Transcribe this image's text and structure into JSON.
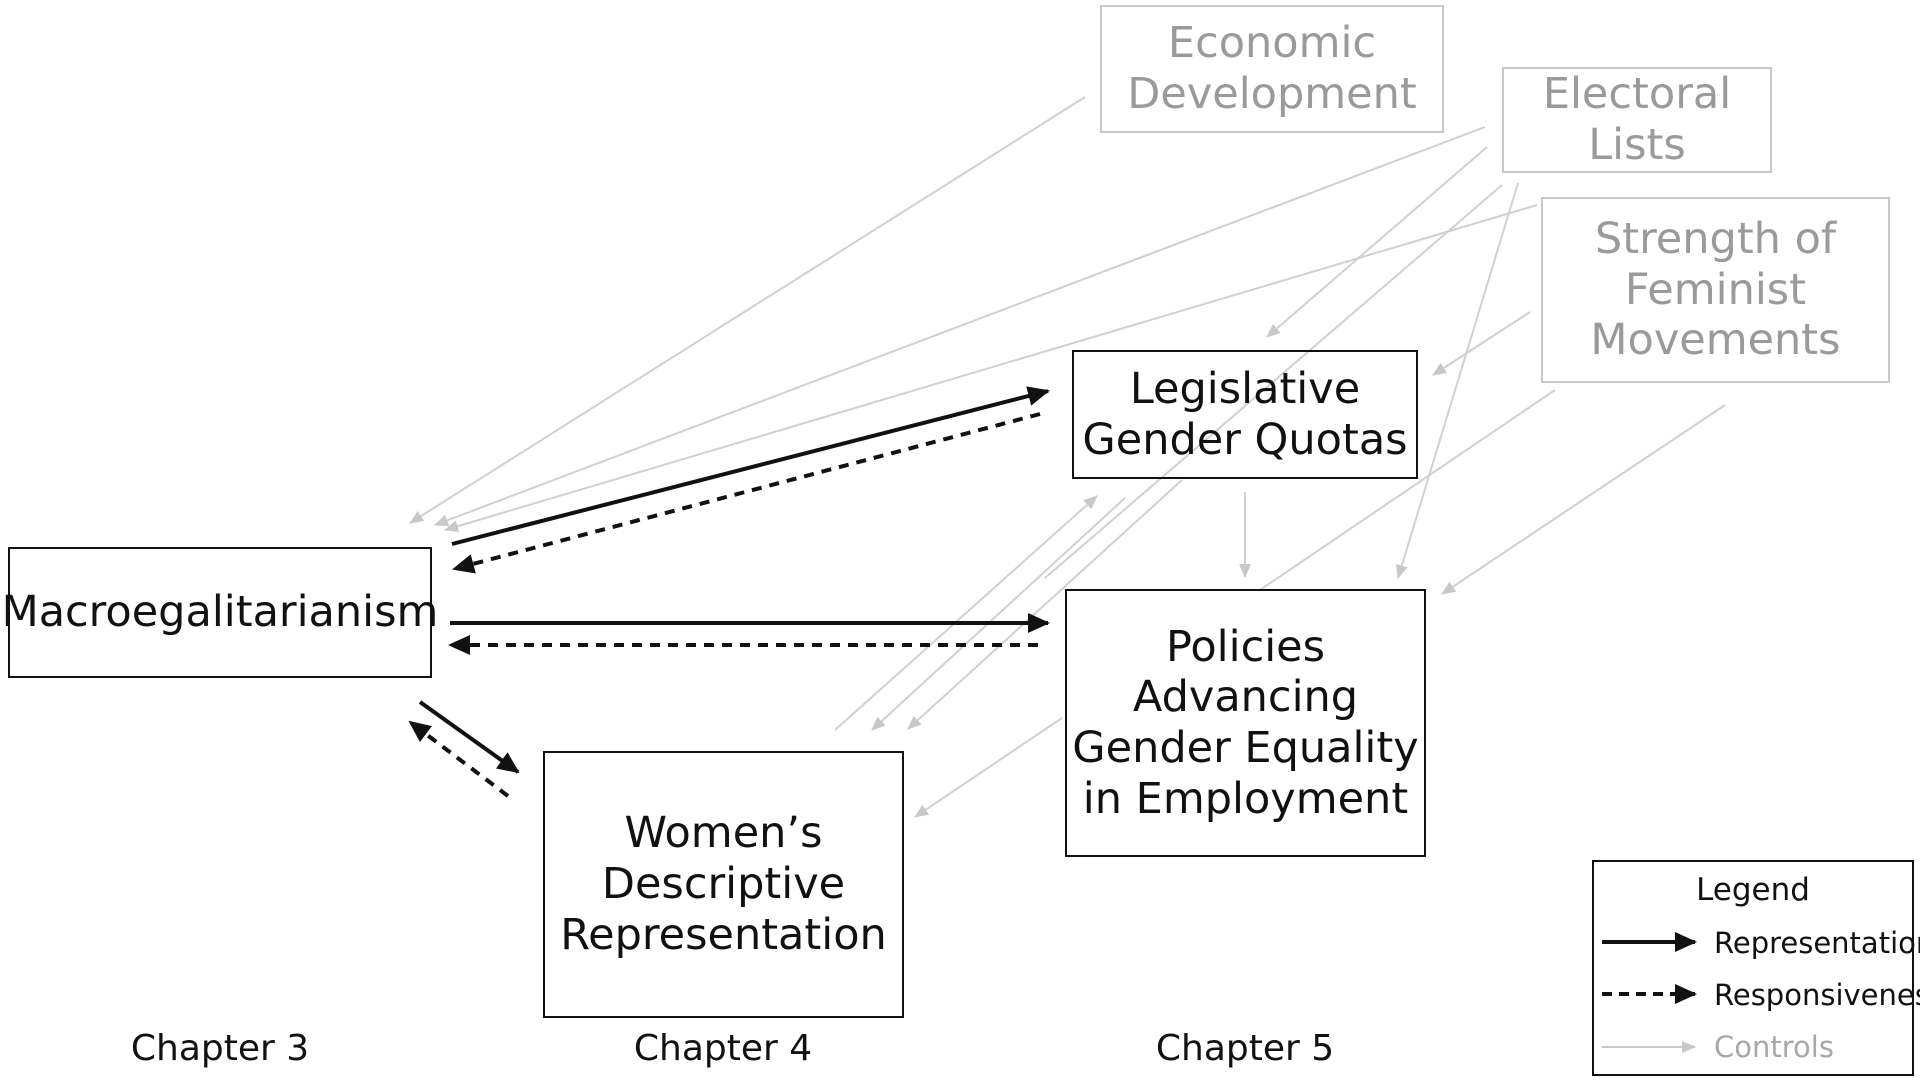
{
  "nodes": {
    "macro": "Macroegalitarianism",
    "quotas": "Legislative\nGender Quotas",
    "policies": "Policies\nAdvancing\nGender Equality\nin Employment",
    "womens": "Women’s\nDescriptive\nRepresentation"
  },
  "controls": {
    "econ": "Economic\nDevelopment",
    "electoral": "Electoral Lists",
    "feminist": "Strength of\nFeminist\nMovements"
  },
  "chapters": {
    "ch3": "Chapter 3",
    "ch4": "Chapter 4",
    "ch5": "Chapter 5"
  },
  "legend": {
    "title": "Legend",
    "representation": "Representation",
    "responsiveness": "Responsiveness",
    "controls": "Controls"
  },
  "colors": {
    "main": "#111111",
    "control": "#c8c8c8",
    "control_text": "#9a9a9a"
  }
}
